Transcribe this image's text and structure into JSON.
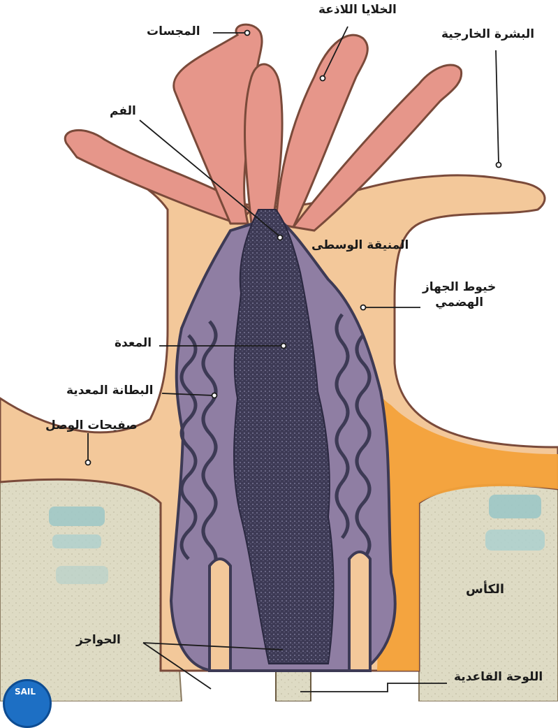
{
  "labels": {
    "tentacles": "المجسات",
    "cnidocytes": "الخلايا اللاذعة",
    "epidermis": "البشرة الخارجية",
    "mouth": "الفم",
    "mesoglea": "المنيقة الوسطى",
    "digestive_filaments_line1": "خيوط الجهاز",
    "digestive_filaments_line2": "الهضمي",
    "stomach": "المعدة",
    "gastrodermis": "البطانة المعدية",
    "connecting_plates": "صفيحات الوصل",
    "cup": "الكأس",
    "septa": "الحواجز",
    "basal_plate": "اللوحة القاعدية"
  },
  "colors": {
    "tentacle": "#e6968a",
    "body_light": "#f3c89a",
    "body_orange": "#f3a23a",
    "stomach_dark": "#3d3a55",
    "gastrodermis": "#8f7ea3",
    "skeleton": "#dedbc4",
    "polyp_cells": "#9cc7c7",
    "outline": "#7a4a3a",
    "badge": "#1d6fc4"
  }
}
